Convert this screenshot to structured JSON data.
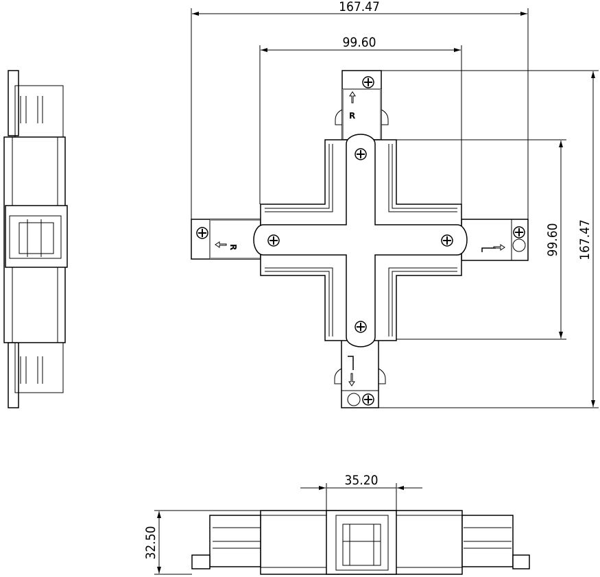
{
  "dimensions": {
    "overall_width": "167.47",
    "inner_width": "99.60",
    "inner_height": "99.60",
    "overall_height": "167.47",
    "center_width": "35.20",
    "thickness": "32.50"
  },
  "labels": {
    "top_arm": "R",
    "left_arm": "R"
  }
}
